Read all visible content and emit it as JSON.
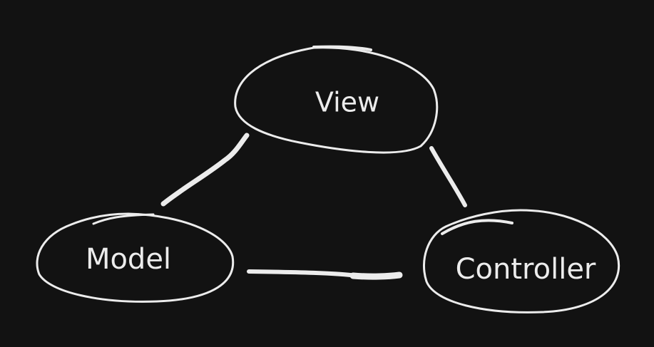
{
  "diagram": {
    "style": "hand-drawn whiteboard sketch",
    "background_color": "#121212",
    "stroke_color": "#ececec",
    "nodes": [
      {
        "id": "view",
        "label": "View",
        "shape": "ellipse"
      },
      {
        "id": "model",
        "label": "Model",
        "shape": "ellipse"
      },
      {
        "id": "controller",
        "label": "Controller",
        "shape": "ellipse"
      }
    ],
    "edges": [
      {
        "from": "view",
        "to": "model"
      },
      {
        "from": "view",
        "to": "controller"
      },
      {
        "from": "model",
        "to": "controller"
      }
    ]
  }
}
